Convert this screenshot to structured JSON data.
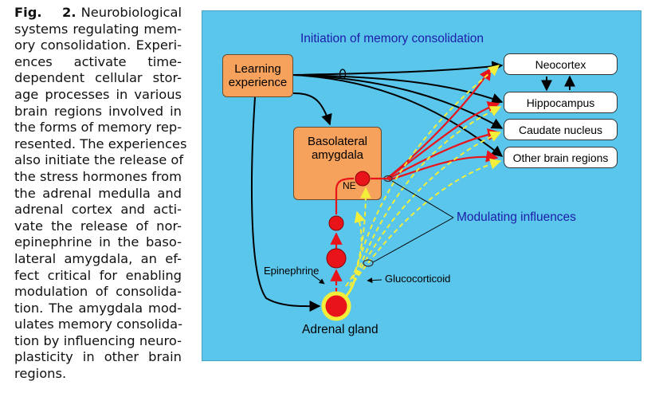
{
  "caption": {
    "label": "Fig. 2.",
    "first_line": "Neurobiological",
    "lines": [
      "systems regulating mem-",
      "ory consolidation. Experi-",
      "ences activate time-",
      "dependent cellular stor-",
      "age processes in various",
      "brain regions involved in",
      "the forms of memory rep-",
      "resented. The experiences",
      "also initiate the release of",
      "the stress hormones from",
      "the adrenal medulla and",
      "adrenal cortex and acti-",
      "vate the release of nor-",
      "epinephrine in the baso-",
      "lateral amygdala, an ef-",
      "fect critical for enabling",
      "modulation of consolida-",
      "tion. The amygdala mod-",
      "ulates memory consolida-",
      "tion by influencing neuro-",
      "plasticity in other brain",
      "regions."
    ]
  },
  "diagram": {
    "initiation_label": "Initiation of memory consolidation",
    "modulating_label": "Modulating influences",
    "learning_line1": "Learning",
    "learning_line2": "experience",
    "bla_line1": "Basolateral",
    "bla_line2": "amygdala",
    "ne_label": "NE",
    "epinephrine_label": "Epinephrine",
    "glucocorticoid_label": "Glucocorticoid",
    "adrenal_label": "Adrenal gland",
    "regions": [
      "Neocortex",
      "Hippocampus",
      "Caudate nucleus",
      "Other brain regions"
    ],
    "colors": {
      "background": "#5bc6ec",
      "box_orange": "#f6a15c",
      "node_red": "#e8141a",
      "glucocorticoid_yellow": "#f2ee3a",
      "text_blue": "#1c1ca8"
    }
  }
}
